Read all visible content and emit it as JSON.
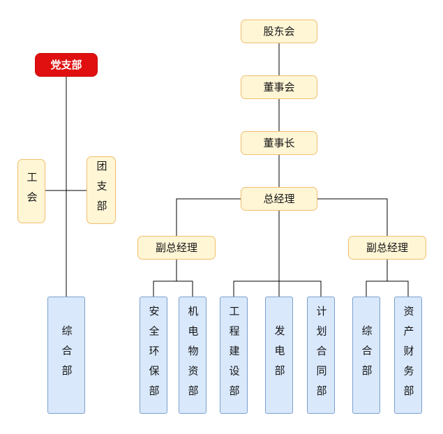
{
  "diagram": {
    "type": "org-chart",
    "background": "#ffffff"
  },
  "colors": {
    "party_fill": "#e01010",
    "party_text": "#ffffff",
    "management_fill": "#fff6d6",
    "management_border": "#f0bf6e",
    "department_fill": "#d9e8fb",
    "department_border": "#7aa0cc",
    "connector_line": "#000000"
  },
  "nodes": {
    "party_branch": {
      "label": "党支部"
    },
    "labor_union": {
      "label": "工会"
    },
    "youth_league": {
      "label": "团支部"
    },
    "general_dept_left": {
      "label": "综合部"
    },
    "shareholders_meeting": {
      "label": "股东会"
    },
    "board_of_directors": {
      "label": "董事会"
    },
    "chairman": {
      "label": "董事长"
    },
    "general_manager": {
      "label": "总经理"
    },
    "deputy_gm_left": {
      "label": "副总经理"
    },
    "deputy_gm_right": {
      "label": "副总经理"
    },
    "safety_env_dept": {
      "label": "安全环保部"
    },
    "mech_materials_dept": {
      "label": "机电物资部"
    },
    "engineering_dept": {
      "label": "工程建设部"
    },
    "power_generation_dept": {
      "label": "发电部"
    },
    "planning_contract_dept": {
      "label": "计划合同部"
    },
    "general_dept_right": {
      "label": "综合部"
    },
    "asset_finance_dept": {
      "label": "资产财务部"
    }
  },
  "edges": [
    {
      "from": "股东会",
      "to": "董事会"
    },
    {
      "from": "董事会",
      "to": "董事长"
    },
    {
      "from": "董事长",
      "to": "总经理"
    },
    {
      "from": "总经理",
      "to": "副总经理(左)"
    },
    {
      "from": "总经理",
      "to": "副总经理(右)"
    },
    {
      "from": "总经理",
      "to": "工程建设部"
    },
    {
      "from": "总经理",
      "to": "发电部"
    },
    {
      "from": "总经理",
      "to": "计划合同部"
    },
    {
      "from": "副总经理(左)",
      "to": "安全环保部"
    },
    {
      "from": "副总经理(左)",
      "to": "机电物资部"
    },
    {
      "from": "副总经理(右)",
      "to": "综合部"
    },
    {
      "from": "副总经理(右)",
      "to": "资产财务部"
    },
    {
      "from": "党支部",
      "to": "综合部(左)"
    },
    {
      "from": "工会",
      "to": "团支部"
    }
  ]
}
